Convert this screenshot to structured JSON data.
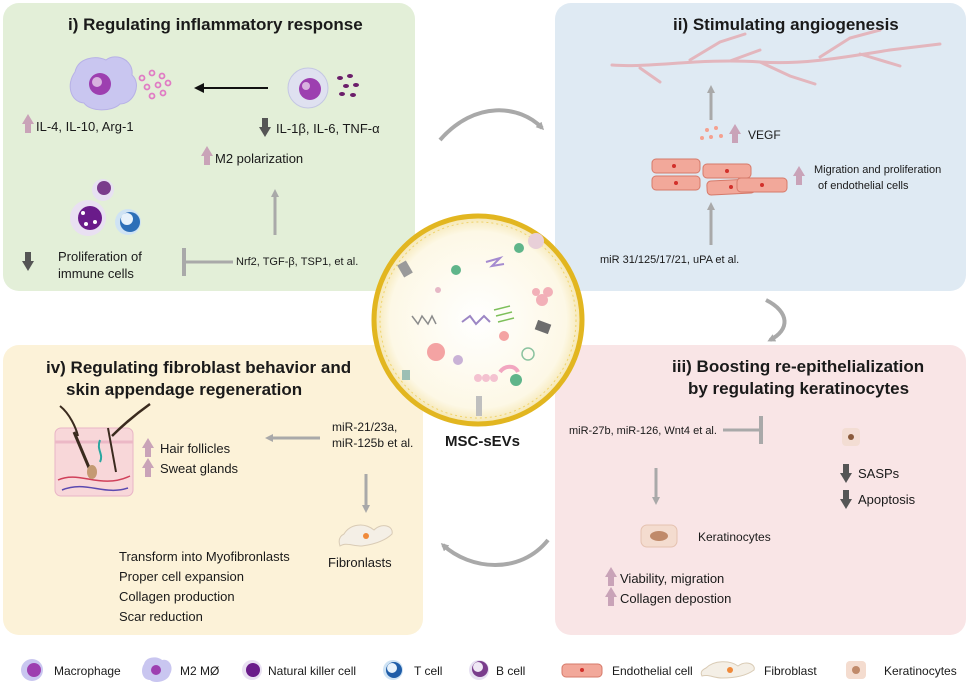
{
  "panels": {
    "p1": {
      "title": "i) Regulating inflammatory response",
      "up_text": "IL-4, IL-10, Arg-1",
      "down_text": "IL-1β, IL-6, TNF-α",
      "m2": "M2 polarization",
      "prolif_line1": "Proliferation of",
      "prolif_line2": "immune cells",
      "factors": "Nrf2, TGF-β, TSP1, et al."
    },
    "p2": {
      "title": "ii) Stimulating angiogenesis",
      "vegf": "VEGF",
      "migration_line1": "Migration  and proliferation",
      "migration_line2": "of endothelial cells",
      "factors": "miR 31/125/17/21, uPA et al."
    },
    "p3": {
      "title_line1": "iii) Boosting re-epithelialization",
      "title_line2": "by regulating keratinocytes",
      "factors": "miR-27b, miR-126, Wnt4 et al.",
      "sasps": "SASPs",
      "apoptosis": "Apoptosis",
      "keratinocytes": "Keratinocytes",
      "viability": "Viability, migration",
      "collagen": "Collagen depostion"
    },
    "p4": {
      "title_line1": "iv) Regulating fibroblast behavior and",
      "title_line2": "skin appendage regeneration",
      "factors_line1": "miR-21/23a,",
      "factors_line2": "miR-125b et al.",
      "hair": "Hair follicles",
      "sweat": "Sweat glands",
      "fibroblasts": "Fibronlasts",
      "effects": [
        "Transform into Myofibronlasts",
        "Proper cell expansion",
        "Collagen production",
        "Scar reduction"
      ]
    }
  },
  "center": {
    "label": "MSC-sEVs"
  },
  "legend": [
    {
      "label": "Macrophage",
      "icon": "macrophage-icon"
    },
    {
      "label": "M2 MØ",
      "icon": "m2-macrophage-icon"
    },
    {
      "label": "Natural killer cell",
      "icon": "nk-cell-icon"
    },
    {
      "label": "T cell",
      "icon": "t-cell-icon"
    },
    {
      "label": "B cell",
      "icon": "b-cell-icon"
    },
    {
      "label": "Endothelial cell",
      "icon": "endothelial-cell-icon"
    },
    {
      "label": "Fibroblast",
      "icon": "fibroblast-icon"
    },
    {
      "label": "Keratinocytes",
      "icon": "keratinocyte-icon"
    }
  ],
  "colors": {
    "panel1": "#e3efd8",
    "panel2": "#dfeaf3",
    "panel3": "#f9e5e6",
    "panel4": "#fcf2d8",
    "up_arrow": "#c9a3b8",
    "down_arrow": "#555555",
    "flow_arrow": "#a9a9a9",
    "vesicle_border": "#e2b620",
    "macrophage": "#9d3fb0",
    "endothelial": "#f2a89a"
  }
}
